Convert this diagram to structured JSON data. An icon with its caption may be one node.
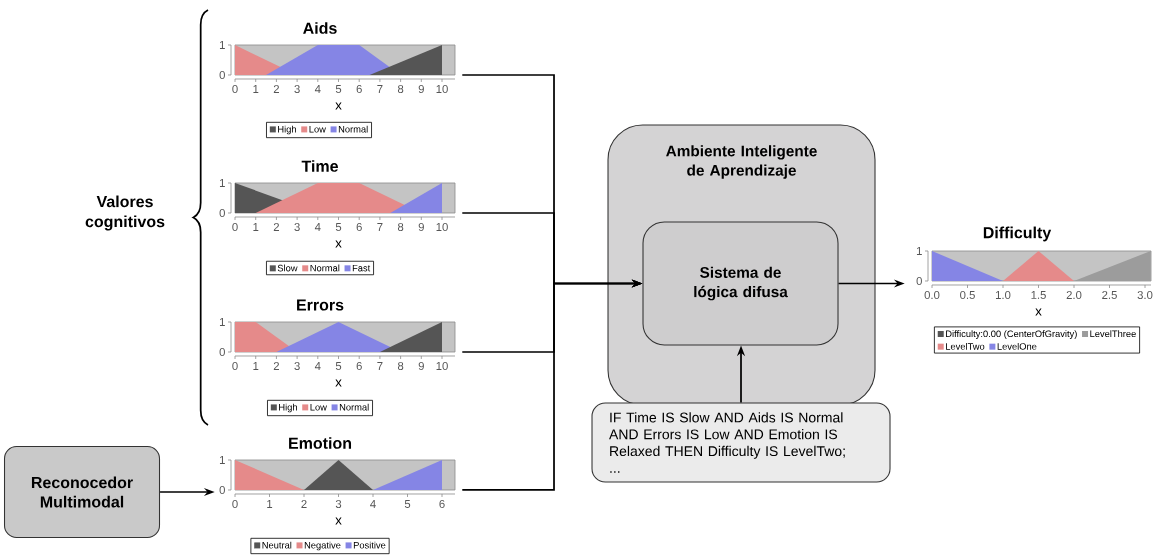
{
  "diagram": {
    "nodes": [
      {
        "text": [
          "Aids",
          "1",
          "0",
          "0",
          "1",
          "2",
          "3",
          "4",
          "5",
          "6",
          "7",
          "8",
          "9",
          "10",
          "x",
          "High",
          "Low",
          "Normal"
        ]
      },
      {
        "text": [
          "Time",
          "1",
          "0",
          "0",
          "1",
          "2",
          "3",
          "4",
          "5",
          "6",
          "7",
          "8",
          "9",
          "10",
          "x",
          "Slow",
          "Normal",
          "Fast"
        ]
      },
      {
        "text": [
          "Errors",
          "1",
          "0",
          "0",
          "1",
          "2",
          "3",
          "4",
          "5",
          "6",
          "7",
          "8",
          "9",
          "10",
          "x",
          "High",
          "Low",
          "Normal"
        ]
      },
      {
        "text": [
          "Emotion",
          "1",
          "0",
          "0",
          "1",
          "2",
          "3",
          "4",
          "5",
          "6",
          "x",
          "Neutral",
          "Negative",
          "Positive"
        ]
      },
      {
        "text": [
          "Reconocedor Multimodal"
        ]
      },
      {
        "text": [
          "Ambiente Inteligente de Aprendizaje"
        ]
      },
      {
        "text": [
          "Sistema de lógica difusa"
        ],
        "in": 5
      },
      {
        "text": [
          "Difficulty",
          "1",
          "0",
          "0.0",
          "0.5",
          "1.0",
          "1.5",
          "2.0",
          "2.5",
          "3.0",
          "x",
          "Difficulty:0.00 (CenterOfGravity)",
          "LevelThree",
          "LevelTwo",
          "LevelOne"
        ]
      },
      {
        "text": [
          "IF Time IS Slow AND Aids IS Normal AND Errors IS Low AND Emotion IS Relaxed THEN Difficulty IS LevelTwo;",
          "..."
        ]
      }
    ],
    "edges": [
      {
        "from": 0,
        "to": 6,
        "arrow": "to"
      },
      {
        "from": 1,
        "to": 6,
        "arrow": "to"
      },
      {
        "from": 2,
        "to": 6,
        "arrow": "to"
      },
      {
        "from": 3,
        "to": 6,
        "arrow": "to"
      },
      {
        "from": 4,
        "to": 3,
        "arrow": "to"
      },
      {
        "from": 6,
        "to": 7,
        "arrow": "to"
      },
      {
        "from": 8,
        "to": 6,
        "arrow": "to"
      }
    ],
    "labels": [
      "Valores cognitivos"
    ]
  }
}
